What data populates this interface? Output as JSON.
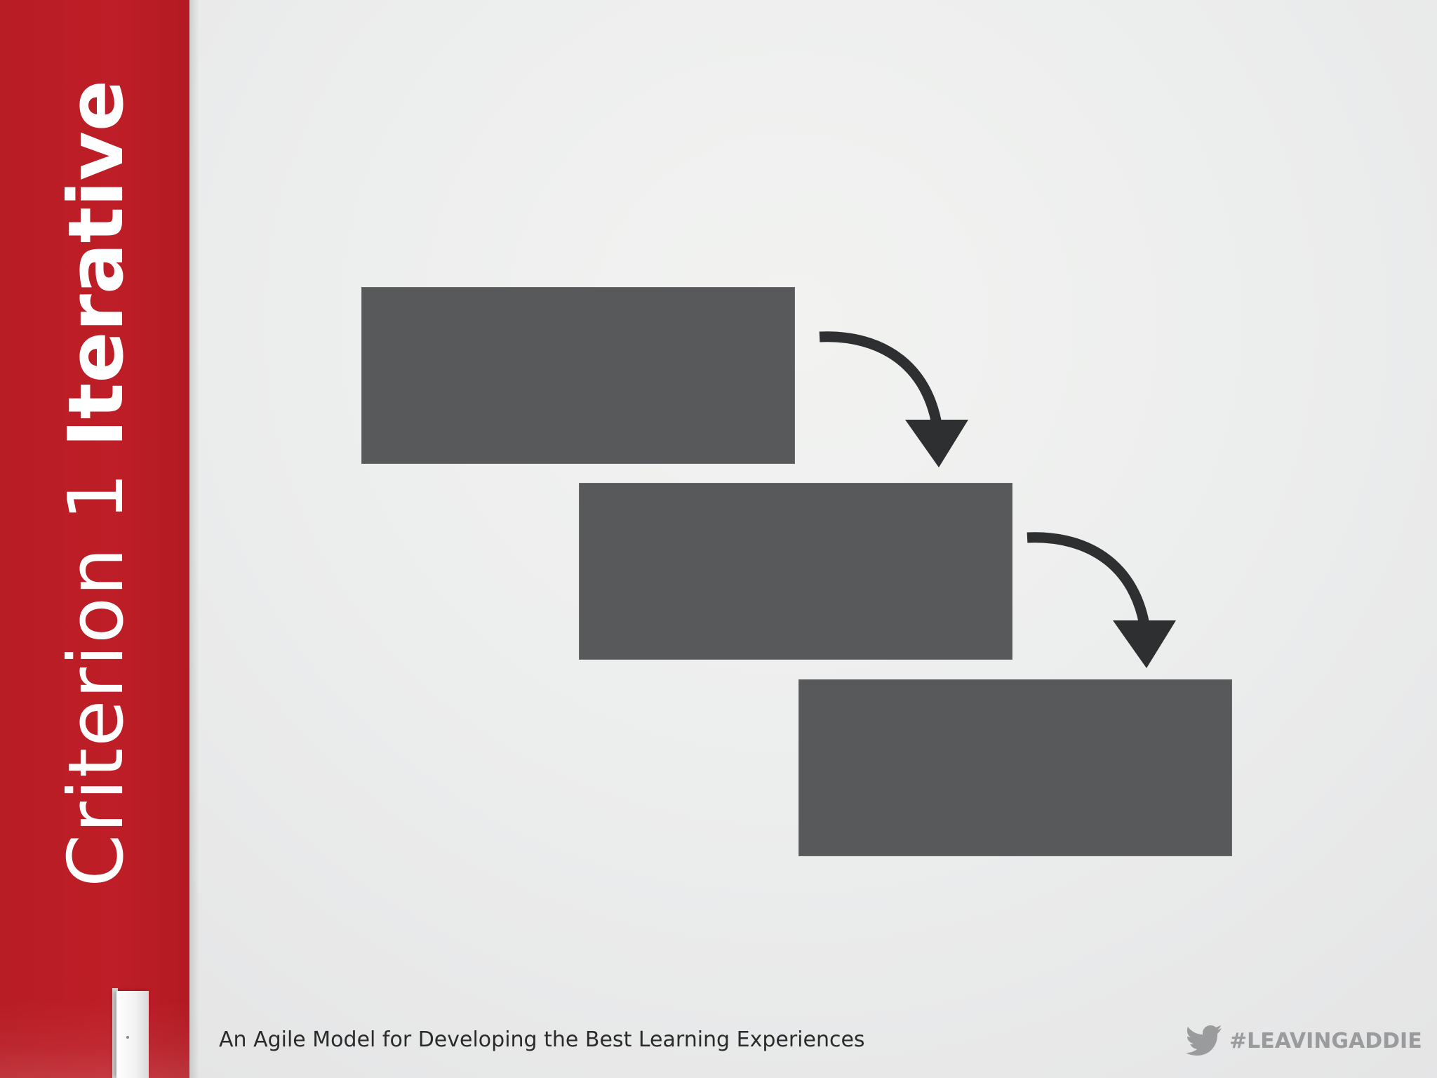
{
  "slide": {
    "title_light": "Criterion 1",
    "title_bold": "Iterative",
    "footer_text": "An Agile Model for Developing the Best Learning Experiences",
    "hashtag": "#LEAVINGADDIE"
  },
  "diagram": {
    "steps": [
      {
        "label": ""
      },
      {
        "label": ""
      },
      {
        "label": ""
      }
    ],
    "connectors": [
      "curved-arrow-down",
      "curved-arrow-down"
    ]
  },
  "colors": {
    "sidebar_red": "#be1e27",
    "box_gray": "#58595b",
    "arrow_dark": "#2e2f30",
    "hashtag_gray": "#9a9b9d"
  },
  "icons": {
    "footer_icon": "twitter-bird-icon",
    "door_image": "open-door-icon"
  }
}
